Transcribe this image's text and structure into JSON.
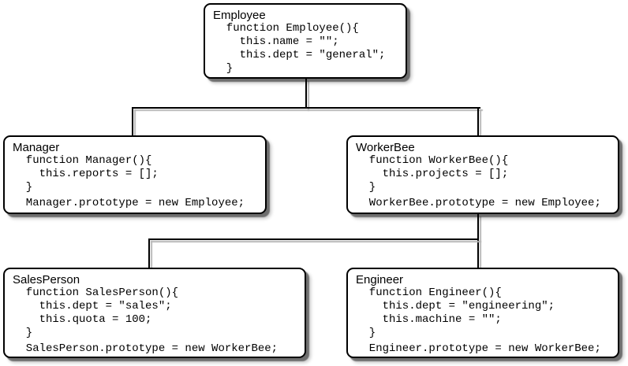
{
  "nodes": {
    "employee": {
      "title": "Employee",
      "code": "  function Employee(){\n    this.name = \"\";\n    this.dept = \"general\";\n  }"
    },
    "manager": {
      "title": "Manager",
      "code": "  function Manager(){\n    this.reports = [];\n  }",
      "proto": "  Manager.prototype = new Employee;"
    },
    "workerbee": {
      "title": "WorkerBee",
      "code": "  function WorkerBee(){\n    this.projects = [];\n  }",
      "proto": "  WorkerBee.prototype = new Employee;"
    },
    "salesperson": {
      "title": "SalesPerson",
      "code": "  function SalesPerson(){\n    this.dept = \"sales\";\n    this.quota = 100;\n  }",
      "proto": "  SalesPerson.prototype = new WorkerBee;"
    },
    "engineer": {
      "title": "Engineer",
      "code": "  function Engineer(){\n    this.dept = \"engineering\";\n    this.machine = \"\";\n  }",
      "proto": "  Engineer.prototype = new WorkerBee;"
    }
  },
  "edges": [
    {
      "from": "Employee",
      "to": "Manager"
    },
    {
      "from": "Employee",
      "to": "WorkerBee"
    },
    {
      "from": "WorkerBee",
      "to": "SalesPerson"
    },
    {
      "from": "WorkerBee",
      "to": "Engineer"
    }
  ],
  "colors": {
    "background": "#ffffff",
    "box_background": "#ffffff",
    "border": "#000000",
    "text": "#000000",
    "box_shadow": "#6f6f6f",
    "line_shadow": "#b6b6b6"
  }
}
